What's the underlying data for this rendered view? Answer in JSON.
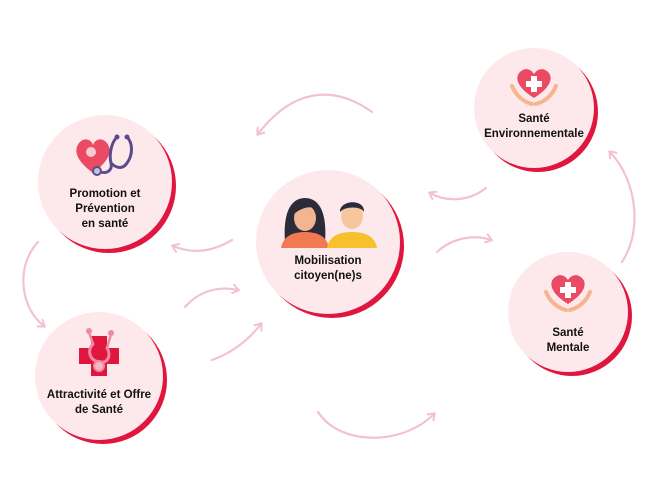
{
  "colors": {
    "circle_fill": "#fde9ec",
    "circle_shadow": "#e0163f",
    "arrow": "#f2c3cc",
    "accent_red": "#e0163f",
    "heart": "#ea4a63"
  },
  "nodes": {
    "promotion": {
      "label": "Promotion et\nPrévention\nen santé",
      "icon": "heart-stethoscope-icon"
    },
    "attractivite": {
      "label": "Attractivité et Offre\nde Santé",
      "icon": "medical-cross-stethoscope-icon"
    },
    "mobilisation": {
      "label": "Mobilisation\ncitoyen(ne)s",
      "icon": "citizens-icon"
    },
    "environnementale": {
      "label": "Santé\nEnvironnementale",
      "icon": "heart-hands-icon"
    },
    "mentale": {
      "label": "Santé\nMentale",
      "icon": "heart-hands-icon"
    }
  }
}
